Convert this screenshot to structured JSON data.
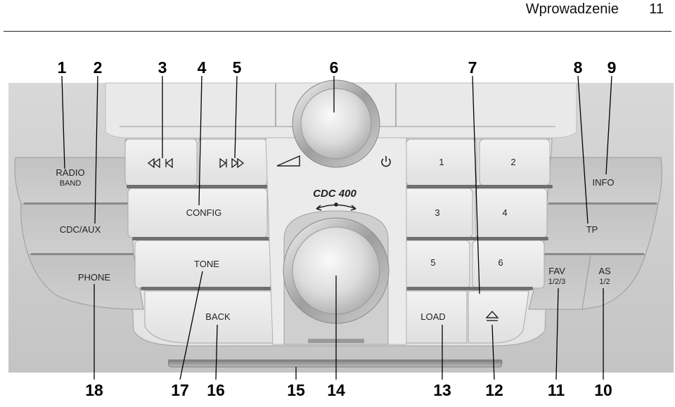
{
  "header": {
    "section_title": "Wprowadzenie",
    "page_number": "11"
  },
  "panel": {
    "model": "CDC 400",
    "buttons": {
      "radio": "RADIO",
      "band": "BAND",
      "cdc_aux": "CDC/AUX",
      "phone": "PHONE",
      "config": "CONFIG",
      "tone": "TONE",
      "back": "BACK",
      "preset_1": "1",
      "preset_2": "2",
      "preset_3": "3",
      "preset_4": "4",
      "preset_5": "5",
      "preset_6": "6",
      "load": "LOAD",
      "info": "INFO",
      "tp": "TP",
      "fav": "FAV",
      "fav_sub": "1/2/3",
      "as": "AS",
      "as_sub": "1/2"
    }
  },
  "callouts": {
    "c1": "1",
    "c2": "2",
    "c3": "3",
    "c4": "4",
    "c5": "5",
    "c6": "6",
    "c7": "7",
    "c8": "8",
    "c9": "9",
    "c10": "10",
    "c11": "11",
    "c12": "12",
    "c13": "13",
    "c14": "14",
    "c15": "15",
    "c16": "16",
    "c17": "17",
    "c18": "18"
  }
}
